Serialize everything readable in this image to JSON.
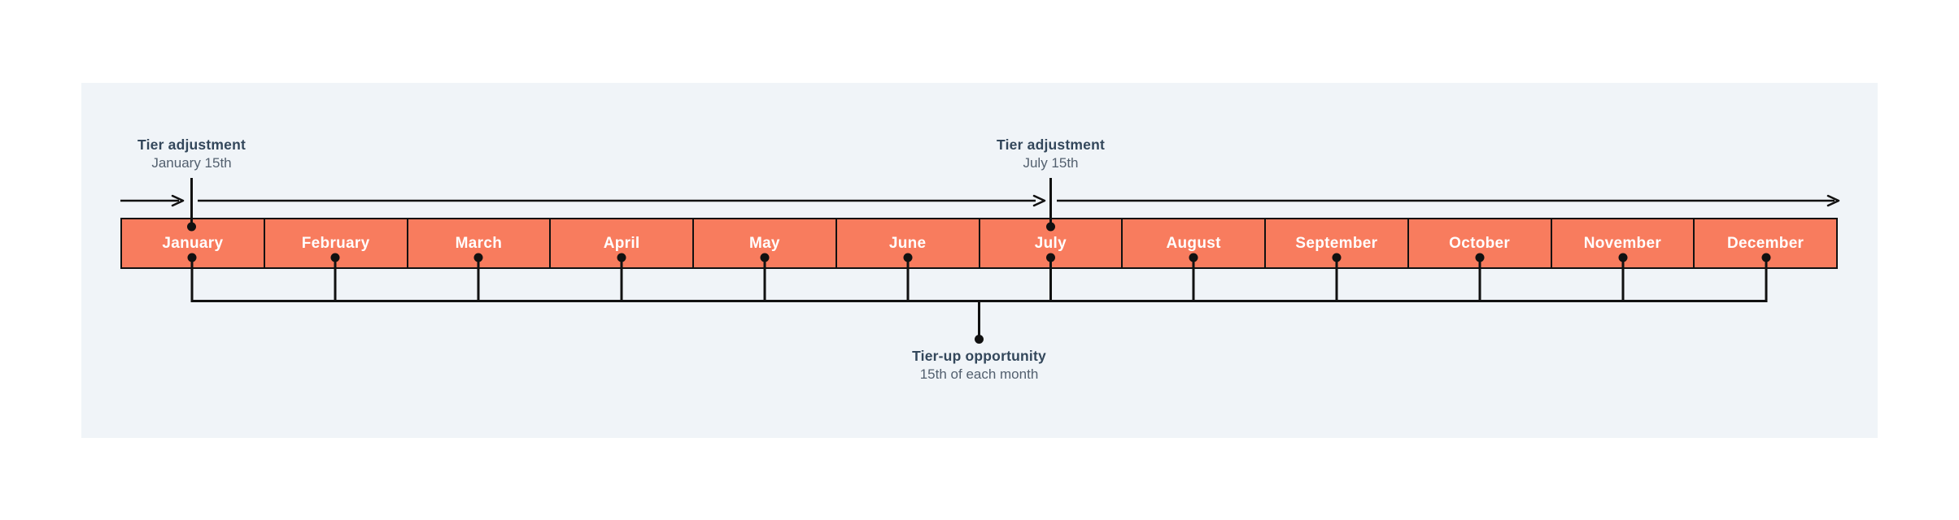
{
  "colors": {
    "panel_background": "#F0F4F8",
    "accent_coral": "#F87C5E",
    "line": "#111111",
    "heading_text": "#33475B",
    "sub_text": "#53606F",
    "month_text": "#FFFFFF"
  },
  "timeline": {
    "months": [
      "January",
      "February",
      "March",
      "April",
      "May",
      "June",
      "July",
      "August",
      "September",
      "October",
      "November",
      "December"
    ]
  },
  "annotations": {
    "january": {
      "title": "Tier adjustment",
      "subtitle": "January 15th"
    },
    "july": {
      "title": "Tier adjustment",
      "subtitle": "July 15th"
    },
    "tier_up": {
      "title": "Tier-up opportunity",
      "subtitle": "15th of each month"
    }
  }
}
